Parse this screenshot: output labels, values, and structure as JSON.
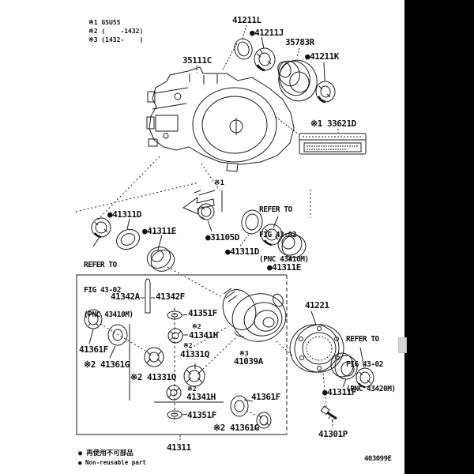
{
  "doc": {
    "page_code": "403099E"
  },
  "notes": {
    "n1": "※1 GSU55",
    "n2": "※2 (    -1432)",
    "n3": "※3 (1432-    )"
  },
  "legend": {
    "l1": "● 再使用不可部品",
    "l2": "● Non-reusable part"
  },
  "marks": {
    "arrow_mark": "※1"
  },
  "labels": {
    "case_35111C": "35111C",
    "seal_41211L": "41211L",
    "bearing_41211J": "●41211J",
    "rotor_35783R": "35783R",
    "bearing_41211K": "●41211K",
    "plate_33621D": "※1 33621D",
    "seal_41311D_left": "●41311D",
    "race_41311E_left": "●41311E",
    "magnet_31105D": "●31105D",
    "seal_41311D_right": "●41311D",
    "race_41311E_right": "●41311E",
    "shaft_41342A": "41342A",
    "pin_41342F": "41342F",
    "washer_41351F_top": "41351F",
    "mark2_top": "※2",
    "gear_41341H_top": "41341H",
    "mark2_right": "※2",
    "gear_41331Q_right": "41331Q",
    "ring_41361F_left": "41361F",
    "shim_41361G_left": "※2 41361G",
    "gear_41331Q_left": "※2 41331Q",
    "mark3": "※3",
    "diff_41039A": "41039A",
    "mark2_bottom": "※2",
    "gear_41341H_bottom": "41341H",
    "washer_41351F_bottom": "41351F",
    "ring_41361F_right": "41361F",
    "shim_41361G_right": "※2 41361G",
    "kit_41311": "41311",
    "ring_gear_41221": "41221",
    "bearing_41311F": "●41311F",
    "bolt_41301P": "41301P"
  },
  "refer_blocks": {
    "left": {
      "l1": "REFER TO",
      "l2": "FIG 43-02",
      "l3": "(PNC 43410M)"
    },
    "right": {
      "l1": "REFER TO",
      "l2": "FIG 43-02",
      "l3": "(PNC 43410M)"
    },
    "lower": {
      "l1": "REFER TO",
      "l2": "FIG 43-02",
      "l3": "(PNC 43420M)"
    }
  },
  "colors": {
    "line": "#1a1a1a",
    "background": "#ffffff",
    "side_band": "#000000",
    "tab": "#d6d6d6"
  }
}
